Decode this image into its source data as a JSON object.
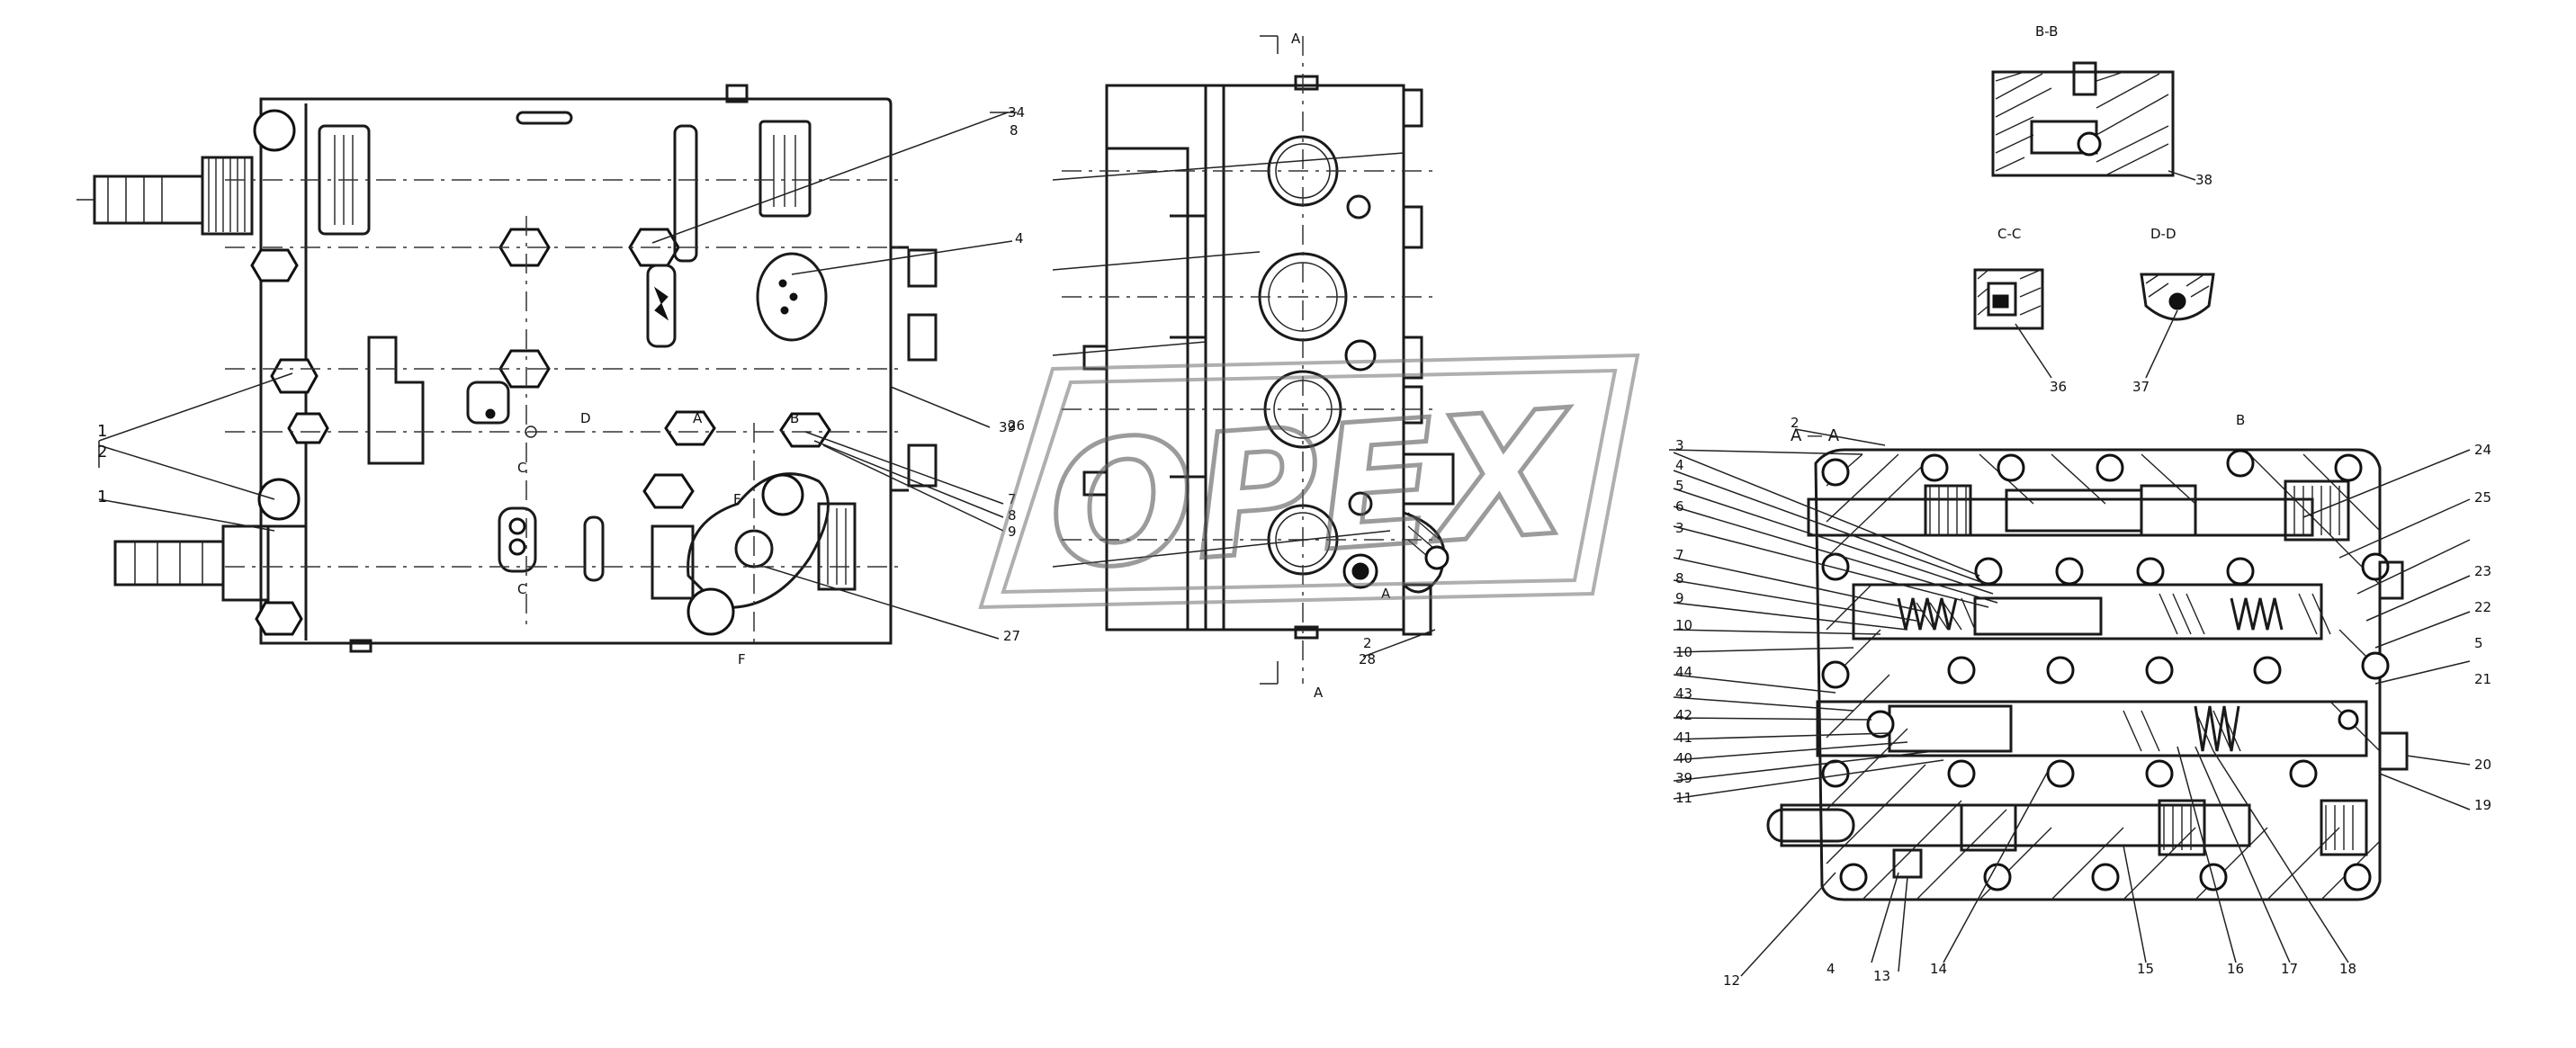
{
  "watermark": {
    "text": "OPEX"
  },
  "views": {
    "front_view": {
      "labels": [
        "34",
        "8",
        "4",
        "1",
        "2",
        "1",
        "39",
        "27",
        "A",
        "B",
        "C",
        "C",
        "D",
        "F",
        "F",
        "7",
        "8",
        "9",
        "26"
      ]
    },
    "side_view": {
      "labels": [
        "A",
        "A",
        "2",
        "28",
        "A"
      ]
    },
    "section_bb": {
      "title": "B-B",
      "callout": "38"
    },
    "section_cc": {
      "title": "C-C",
      "callout": "36"
    },
    "section_dd": {
      "title": "D-D",
      "callout": "37"
    },
    "section_aa": {
      "title": "A — A",
      "top_mark": "B",
      "left_callouts": [
        "2",
        "3",
        "4",
        "5",
        "6",
        "3",
        "7",
        "8",
        "9",
        "10",
        "10",
        "44",
        "43",
        "42",
        "41",
        "40",
        "39",
        "11"
      ],
      "bottom_callouts": [
        "12",
        "4",
        "13",
        "14",
        "15",
        "16",
        "17",
        "18"
      ],
      "right_callouts": [
        "24",
        "25",
        "23",
        "22",
        "5",
        "21",
        "20",
        "19"
      ]
    }
  }
}
